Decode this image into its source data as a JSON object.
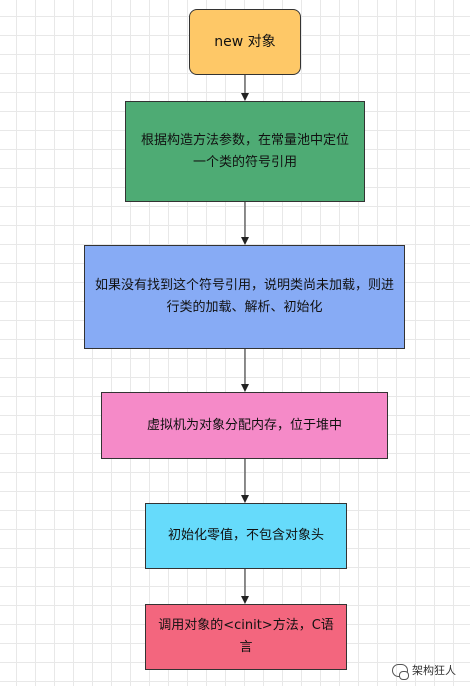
{
  "nodes": [
    {
      "id": "n1",
      "text": "new 对象",
      "color": "#fec867"
    },
    {
      "id": "n2",
      "text": "根据构造方法参数，在常量池中定位一个类的符号引用",
      "color": "#4eab74"
    },
    {
      "id": "n3",
      "text": "如果没有找到这个符号引用，说明类尚未加载，则进行类的加载、解析、初始化",
      "color": "#87abf5"
    },
    {
      "id": "n4",
      "text": "虚拟机为对象分配内存，位于堆中",
      "color": "#f58ac8"
    },
    {
      "id": "n5",
      "text": "初始化零值，不包含对象头",
      "color": "#66dbfb"
    },
    {
      "id": "n6",
      "text": "调用对象的<cinit>方法，C语言",
      "color": "#f3667e"
    }
  ],
  "edges": [
    [
      "n1",
      "n2"
    ],
    [
      "n2",
      "n3"
    ],
    [
      "n3",
      "n4"
    ],
    [
      "n4",
      "n5"
    ],
    [
      "n5",
      "n6"
    ]
  ],
  "watermark": {
    "text": "架构狂人",
    "icon": "wechat-icon"
  }
}
